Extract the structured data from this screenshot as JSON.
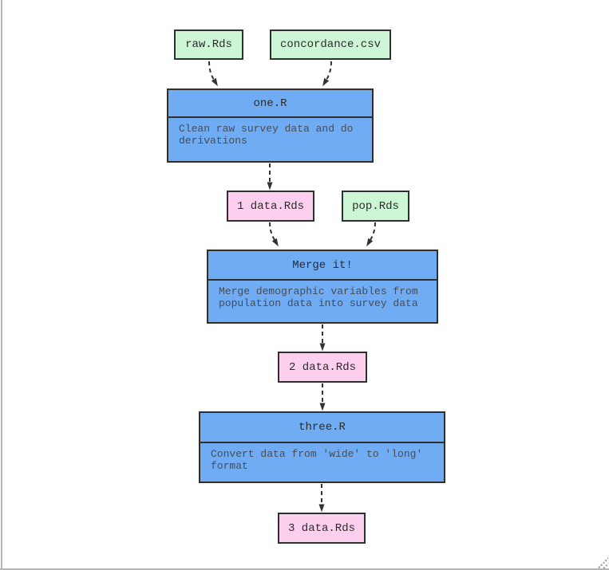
{
  "colors": {
    "script_blue": "#70acf4",
    "file_green": "#ccf6d6",
    "data_pink": "#fccfee",
    "node_border": "#2f2f2f",
    "arrow": "#333333",
    "title_text": "#2b2b2b",
    "desc_text": "#474c54",
    "frame_gray": "#b6b6b6",
    "bg": "#ffffff"
  },
  "nodes": {
    "raw": {
      "label": "raw.Rds"
    },
    "concordance": {
      "label": "concordance.csv"
    },
    "one": {
      "title": "one.R",
      "description": "Clean raw survey data and do\nderivations"
    },
    "data1": {
      "label": "1 data.Rds"
    },
    "pop": {
      "label": "pop.Rds"
    },
    "merge": {
      "title": "Merge it!",
      "description": "Merge demographic variables from\npopulation data into survey data"
    },
    "data2": {
      "label": "2 data.Rds"
    },
    "three": {
      "title": "three.R",
      "description": "Convert data from 'wide' to 'long'\nformat"
    },
    "data3": {
      "label": "3 data.Rds"
    }
  },
  "edges": [
    {
      "from": "raw.Rds",
      "to": "one.R"
    },
    {
      "from": "concordance.csv",
      "to": "one.R"
    },
    {
      "from": "one.R",
      "to": "1 data.Rds"
    },
    {
      "from": "1 data.Rds",
      "to": "Merge it!"
    },
    {
      "from": "pop.Rds",
      "to": "Merge it!"
    },
    {
      "from": "Merge it!",
      "to": "2 data.Rds"
    },
    {
      "from": "2 data.Rds",
      "to": "three.R"
    },
    {
      "from": "three.R",
      "to": "3 data.Rds"
    }
  ]
}
